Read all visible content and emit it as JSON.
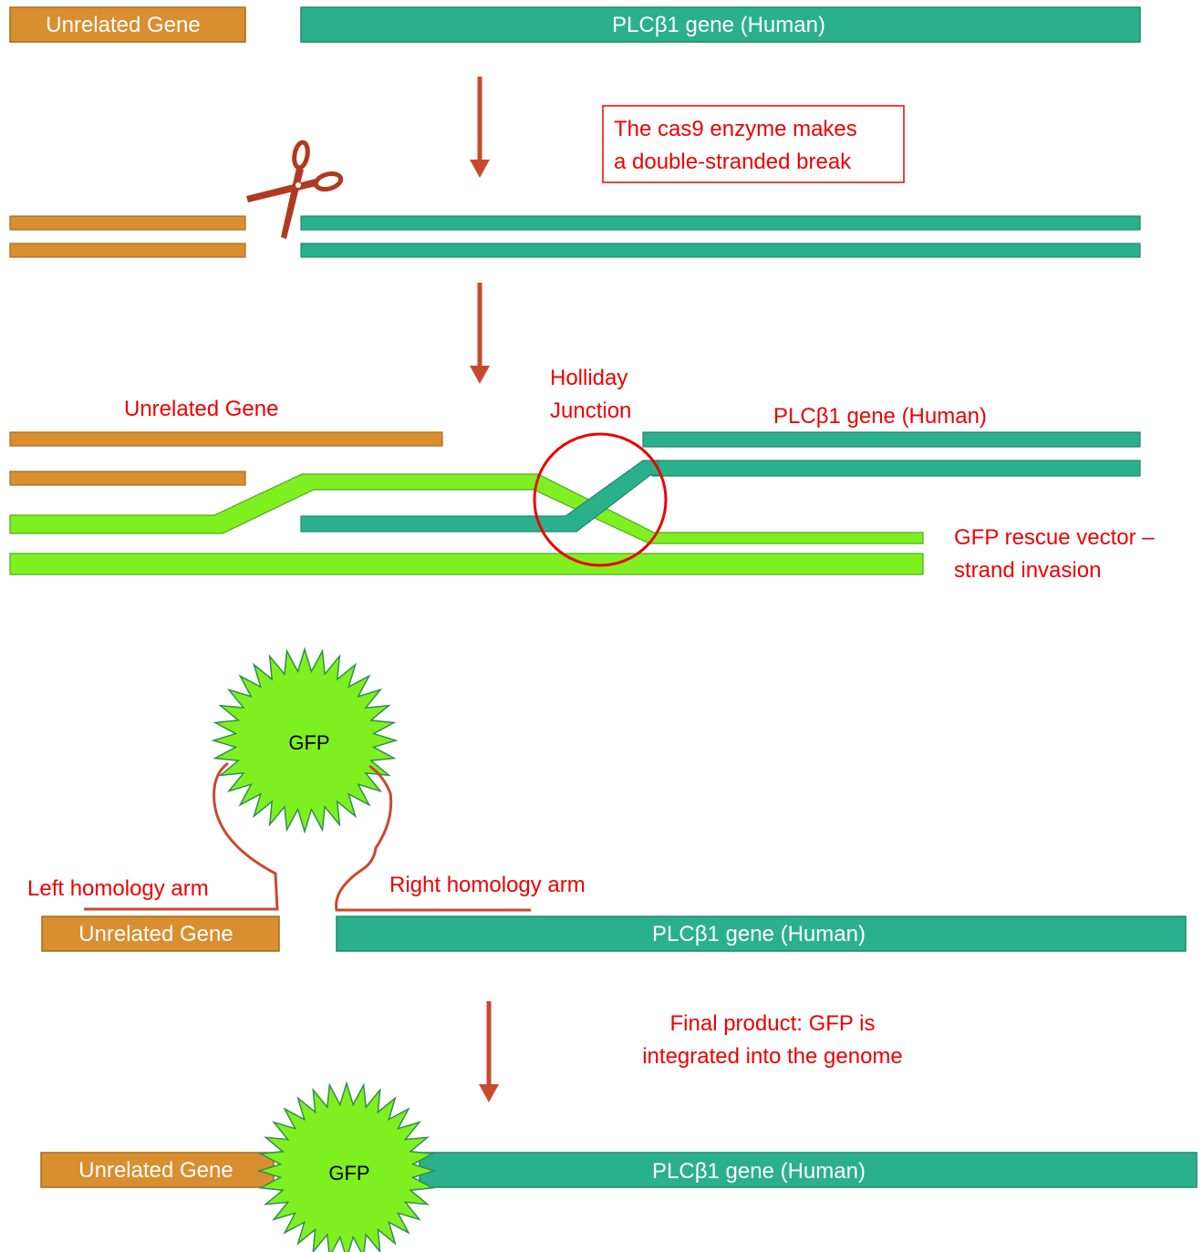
{
  "step1": {
    "unrelated_label": "Unrelated Gene",
    "plc_label": "PLCβ1 gene (Human)"
  },
  "step2": {
    "cas9_note_line1": "The cas9 enzyme makes",
    "cas9_note_line2": "a double-stranded break",
    "scissors_icon": "scissors-icon"
  },
  "step3": {
    "unrelated_label": "Unrelated Gene",
    "holliday_line1": "Holliday",
    "holliday_line2": "Junction",
    "plc_label": "PLCβ1 gene (Human)",
    "vector_line1": "GFP rescue vector –",
    "vector_line2": "strand invasion"
  },
  "step4": {
    "gfp_label": "GFP",
    "left_arm_label": "Left homology arm",
    "right_arm_label": "Right homology arm",
    "unrelated_label": "Unrelated Gene",
    "plc_label": "PLCβ1 gene (Human)"
  },
  "step5": {
    "final_line1": "Final product: GFP is",
    "final_line2": "integrated into the genome",
    "unrelated_label": "Unrelated Gene",
    "gfp_label": "GFP",
    "plc_label": "PLCβ1 gene (Human)"
  },
  "colors": {
    "orange": "#d98e30",
    "orange_border": "#a86a1c",
    "teal": "#2bb08c",
    "teal_border": "#1f8a6c",
    "green": "#7ff01f",
    "green_border": "#4caa20",
    "red_text": "#ee0000",
    "arrow": "#c84a2e",
    "scissors": "#b03a1f"
  }
}
